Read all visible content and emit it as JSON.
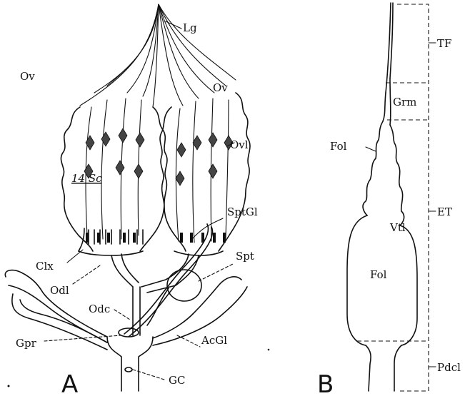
{
  "figure_a": {
    "panel_letter": "A",
    "labels": {
      "lg": "Lg",
      "ov_left": "Ov",
      "ov_right": "Ov",
      "ovl": "Ovl",
      "handwritten": "14 Sc",
      "sptgl": "SptGl",
      "spt": "Spt",
      "clx": "Clx",
      "odl": "Odl",
      "odc": "Odc",
      "acgl": "AcGl",
      "gpr": "Gpr",
      "gc": "GC"
    }
  },
  "figure_b": {
    "panel_letter": "B",
    "labels": {
      "tf": "TF",
      "grm": "Grm",
      "fol_upper": "Fol",
      "vtl": "Vtl",
      "et": "ET",
      "fol_lower": "Fol",
      "pdcl": "Pdcl"
    }
  }
}
